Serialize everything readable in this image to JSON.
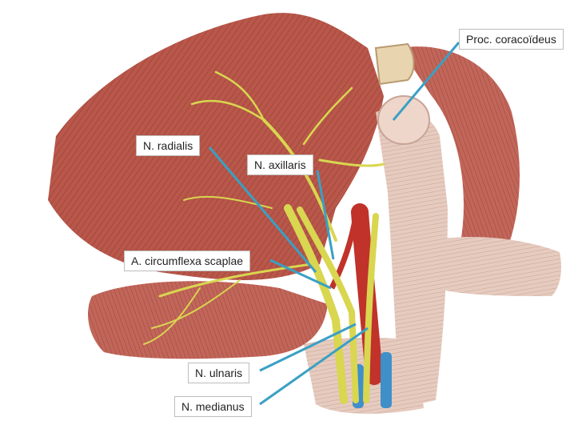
{
  "labels": {
    "proc_coracoideus": "Proc. coracoïdeus",
    "n_radialis": "N. radialis",
    "n_axillaris": "N. axillaris",
    "a_circumflexa_scaplae": "A. circumflexa scaplae",
    "n_ulnaris": "N. ulnaris",
    "n_medianus": "N. medianus"
  },
  "colors": {
    "muscle": "#b8574a",
    "muscle_dark": "#8e3a30",
    "tendon": "#e3c4b8",
    "nerve": "#d9d650",
    "artery": "#c0322a",
    "vein": "#3f8fc9",
    "pointer": "#3aa0c4"
  }
}
